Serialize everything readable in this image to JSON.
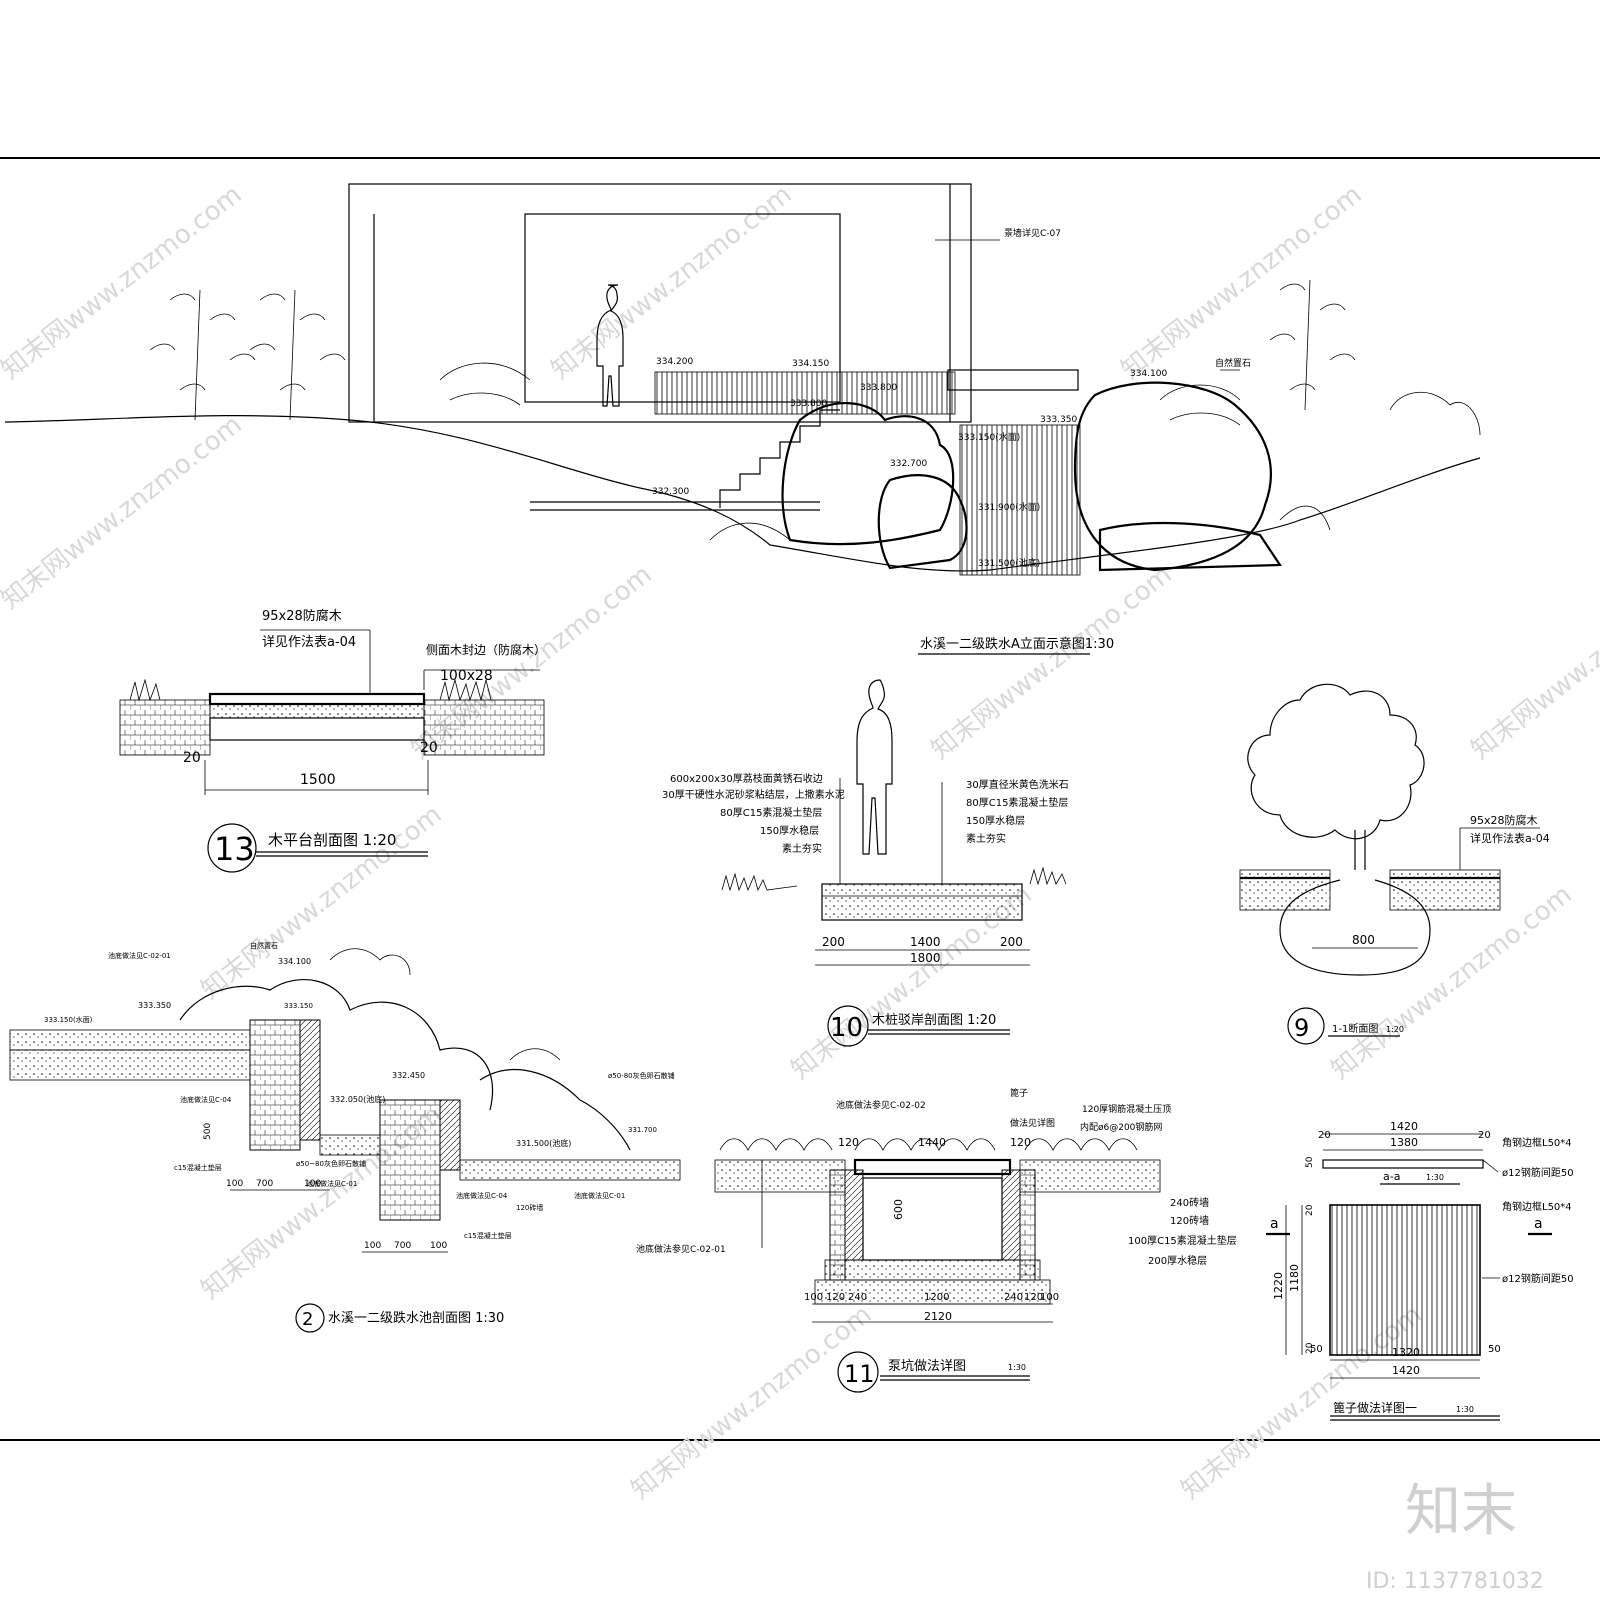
{
  "top_elevation": {
    "title": "水溪一二级跌水A立面示意图1:30",
    "callout_wall": "景墙详见C-07",
    "callout_rock": "自然置石",
    "elevations": [
      "334.200",
      "334.150",
      "333.800",
      "333.800",
      "333.350",
      "333.150(水面)",
      "332.700",
      "332.300",
      "334.100",
      "331.900(水面)",
      "331.500(池底)"
    ]
  },
  "detail_13": {
    "number": "13",
    "title": "木平台剖面图 1:20",
    "note_board": "95x28防腐木",
    "note_ref": "详见作法表a-04",
    "note_side": "侧面木封边（防腐木）",
    "note_side_size": "100x28",
    "dim_left": "20",
    "dim_right": "20",
    "dim_width": "1500"
  },
  "detail_10": {
    "number": "10",
    "title": "木桩驳岸剖面图 1:20",
    "left_notes": [
      "600x200x30厚荔枝面黄锈石收边",
      "30厚干硬性水泥砂浆粘结层，上撒素水泥",
      "80厚C15素混凝土垫层",
      "150厚水稳层",
      "素土夯实"
    ],
    "right_notes": [
      "30厚直径米黄色洗米石",
      "80厚C15素混凝土垫层",
      "150厚水稳层",
      "素土夯实"
    ],
    "dims_top": [
      "200",
      "1400",
      "200"
    ],
    "dim_total": "1800"
  },
  "detail_9": {
    "number": "9",
    "title": "1-1断面图",
    "scale": "1:20",
    "note_board": "95x28防腐木",
    "note_ref": "详见作法表a-04",
    "dim": "800"
  },
  "detail_2": {
    "number": "2",
    "title": "水溪一二级跌水池剖面图 1:30",
    "notes": [
      "池底做法见C-02-01",
      "自然置石",
      "334.100",
      "333.350",
      "333.150(水面)",
      "333.150",
      "332.450",
      "332.050(池底)",
      "池底做法见C-04",
      "331.500(池底)",
      "331.700",
      "ø50-80灰色卵石散铺",
      "ø50~80灰色卵石散铺",
      "c15混凝土垫层",
      "池底做法见C-01",
      "池底做法见C-04",
      "120砖墙",
      "c15混凝土垫层",
      "池底做法见C-01"
    ],
    "dims_left": [
      "100",
      "700",
      "100"
    ],
    "dims_right": [
      "100",
      "700",
      "100"
    ],
    "dim_v": "500"
  },
  "detail_11": {
    "number": "11",
    "title": "泵坑做法详图",
    "scale": "1:30",
    "note_pool": "池底做法参见C-02-02",
    "note_grate": "篦子",
    "note_grate2": "做法见详图",
    "note_slab": "120厚钢筋混凝土压顶",
    "note_rebar": "内配ø6@200钢筋网",
    "note_pool2": "池底做法参见C-02-01",
    "layers": [
      "240砖墙",
      "120砖墙",
      "100厚C15素混凝土垫层",
      "200厚水稳层"
    ],
    "dims_top": [
      "120",
      "1440",
      "120"
    ],
    "dim_depth": "600",
    "dims_bottom": [
      "100",
      "120",
      "240",
      "1200",
      "240",
      "120",
      "100"
    ],
    "dim_total": "2120"
  },
  "detail_grate": {
    "title": "篦子做法详图一",
    "scale": "1:30",
    "section_label": "a-a",
    "section_scale": "1:30",
    "marker": "a",
    "frame_note": "角钢边框L50*4",
    "bar_note": "ø12钢筋间距50",
    "dims_top": [
      "1420",
      "20",
      "1380",
      "20"
    ],
    "dim_h_small": "50",
    "dims_side": [
      "1220",
      "20",
      "1180",
      "20"
    ],
    "dims_bottom": [
      "50",
      "1320",
      "50",
      "1420"
    ]
  },
  "watermark": {
    "text": "知末网www.znzmo.com",
    "brand": "知末",
    "id": "ID: 1137781032"
  }
}
